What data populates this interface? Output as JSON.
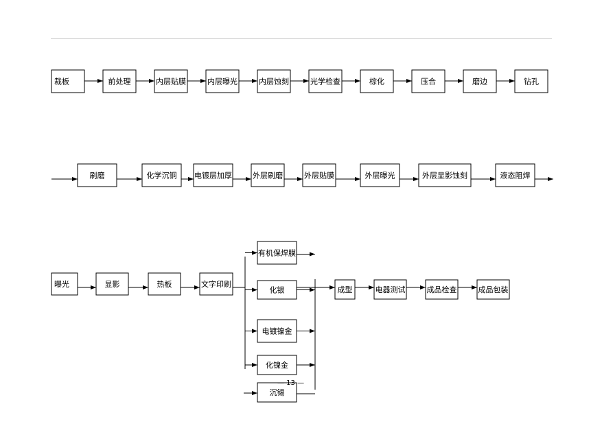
{
  "row1": [
    "裁板",
    "前处理",
    "内层贴膜",
    "内层曝光",
    "内层蚀刻",
    "光学检查",
    "棕化",
    "压合",
    "磨边",
    "钻孔"
  ],
  "row2": [
    "刷磨",
    "化学沉铜",
    "电镀层加厚",
    "外层刷磨",
    "外层贴膜",
    "外层曝光",
    "外层显影蚀刻",
    "液态阻焊"
  ],
  "row3": [
    "曝光",
    "显影",
    "热板",
    "文字印刷"
  ],
  "branches": [
    "有机保焊膜",
    "化银",
    "电镀镍金",
    "化镍金",
    "沉锡"
  ],
  "row3_end": [
    "成型",
    "电器测试",
    "成品检查",
    "成品包装"
  ],
  "page_number": "— 13 —"
}
